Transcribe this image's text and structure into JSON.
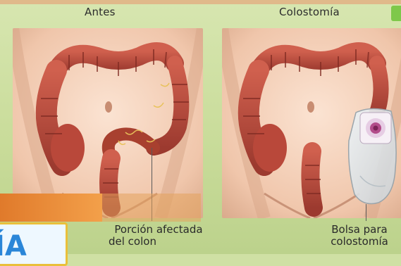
{
  "panels": {
    "left_title": "Antes",
    "right_title": "Colostomía"
  },
  "labels": {
    "affected_line1": "Porción afectada",
    "affected_line2": "del colon",
    "bag_line1": "Bolsa para",
    "bag_line2": "colostomía"
  },
  "badge": {
    "text": "ÍA"
  },
  "colors": {
    "background": "#cfe0a4",
    "skin": "#f3cdb4",
    "colon": "#b9483a",
    "colon_dark": "#7e2a22",
    "badge_text": "#2a86d8",
    "orange_band": "#e9923e"
  }
}
